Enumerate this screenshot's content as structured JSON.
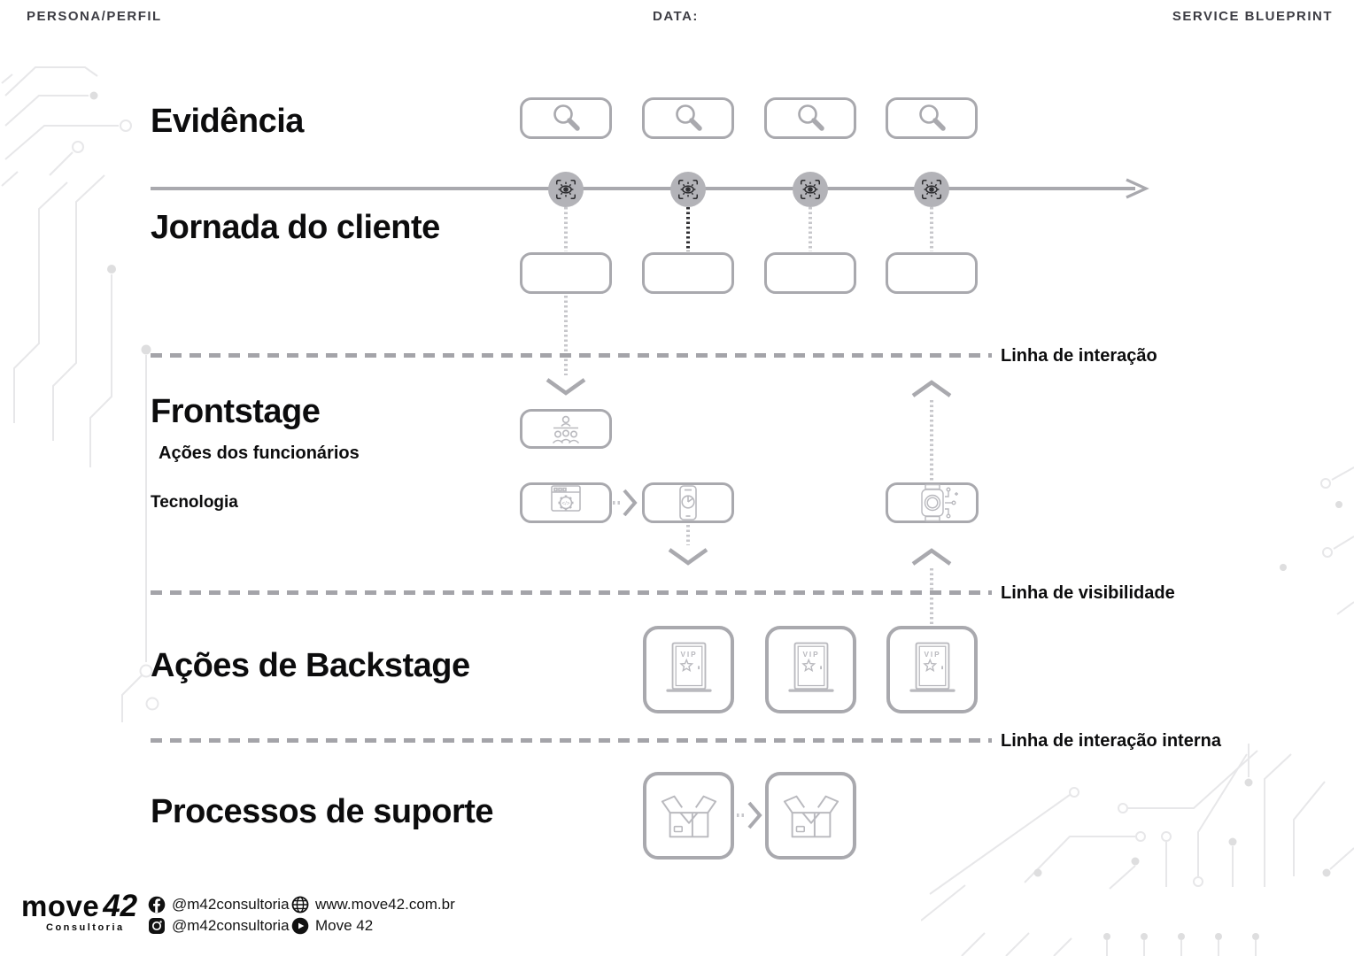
{
  "header": {
    "persona_label": "PERSONA/PERFIL",
    "data_label": "DATA:",
    "title": "SERVICE BLUEPRINT"
  },
  "rows": {
    "evidence_label": "Evidência",
    "journey_label": "Jornada do cliente",
    "frontstage_label": "Frontstage",
    "frontstage_sub": "Ações dos funcionários",
    "technology_label": "Tecnologia",
    "backstage_label": "Ações de Backstage",
    "support_label": "Processos de suporte"
  },
  "separators": {
    "interaction_label": "Linha de interação",
    "visibility_label": "Linha de visibilidade",
    "internal_interaction_label": "Linha de interação interna"
  },
  "icons": {
    "evidence": "magnifier-icon",
    "journey_touchpoint": "eye-focus-icon",
    "frontstage_staff": "presentation-people-icon",
    "technology_web": "browser-gear-icon",
    "technology_mobile": "smartphone-chart-icon",
    "technology_watch": "smartwatch-icon",
    "backstage": "vip-door-icon",
    "support": "open-box-icon",
    "vip_label": "VIP"
  },
  "footer": {
    "logo_word": "move",
    "logo_number": "42",
    "logo_subtitle": "Consultoria",
    "facebook_handle": "@m42consultoria",
    "instagram_handle": "@m42consultoria",
    "website": "www.move42.com.br",
    "youtube_name": "Move 42"
  },
  "colors": {
    "shape_gray": "#a9a9ae",
    "icon_gray": "#b9b9be",
    "node_fill": "#b3b3b8",
    "dark_stroke": "#2e2e31",
    "circuit_gray": "#e7e7e9"
  }
}
